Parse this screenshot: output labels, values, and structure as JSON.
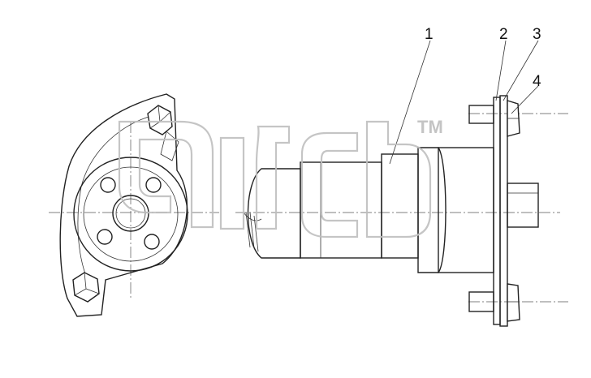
{
  "callouts": [
    {
      "id": "1",
      "label": "1"
    },
    {
      "id": "2",
      "label": "2"
    },
    {
      "id": "3",
      "label": "3"
    },
    {
      "id": "4",
      "label": "4"
    }
  ],
  "watermark": {
    "trademark": "TM"
  },
  "colors": {
    "line": "#222222",
    "watermark": "#bfbfbf",
    "background": "#ffffff"
  }
}
